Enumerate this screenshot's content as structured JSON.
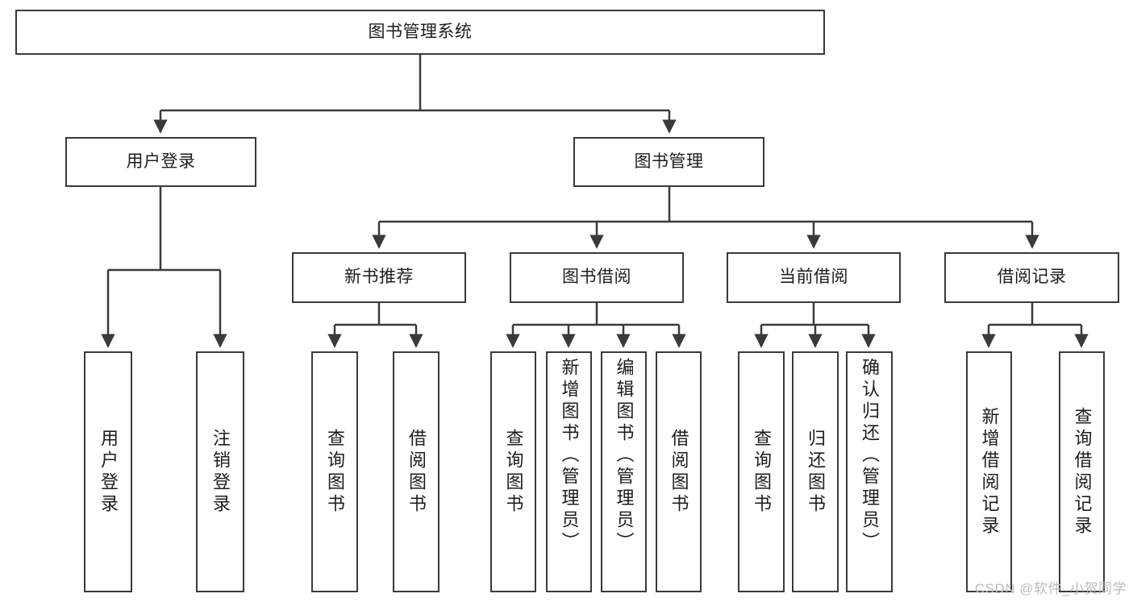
{
  "diagram": {
    "title": "图书管理系统",
    "type": "hierarchy-tree",
    "nodes": {
      "root": {
        "label": "图书管理系统"
      },
      "level2": [
        {
          "id": "user-login",
          "label": "用户登录"
        },
        {
          "id": "book-management",
          "label": "图书管理"
        }
      ],
      "level3": [
        {
          "id": "new-book-recommend",
          "label": "新书推荐"
        },
        {
          "id": "book-borrow",
          "label": "图书借阅"
        },
        {
          "id": "current-borrow",
          "label": "当前借阅"
        },
        {
          "id": "borrow-record",
          "label": "借阅记录"
        }
      ],
      "leaves": {
        "user_login": [
          {
            "id": "leaf-user-login",
            "label": "用户登录"
          },
          {
            "id": "leaf-logout-login",
            "label": "注销登录"
          }
        ],
        "new_book_recommend": [
          {
            "id": "leaf-query-book-1",
            "label": "查询图书"
          },
          {
            "id": "leaf-borrow-book-1",
            "label": "借阅图书"
          }
        ],
        "book_borrow": [
          {
            "id": "leaf-query-book-2",
            "label": "查询图书"
          },
          {
            "id": "leaf-add-book",
            "label": "新增图书（管理员）"
          },
          {
            "id": "leaf-edit-book",
            "label": "编辑图书（管理员）"
          },
          {
            "id": "leaf-borrow-book-2",
            "label": "借阅图书"
          }
        ],
        "current_borrow": [
          {
            "id": "leaf-query-book-3",
            "label": "查询图书"
          },
          {
            "id": "leaf-return-book",
            "label": "归还图书"
          },
          {
            "id": "leaf-confirm-return",
            "label": "确认归还（管理员）"
          }
        ],
        "borrow_record": [
          {
            "id": "leaf-add-record",
            "label": "新增借阅记录"
          },
          {
            "id": "leaf-query-record",
            "label": "查询借阅记录"
          }
        ]
      }
    },
    "colors": {
      "stroke": "#3a3a3a",
      "fill": "#ffffff",
      "text": "#1d1d1d",
      "watermark": "#bdbdbd"
    }
  },
  "watermark": {
    "text": "CSDN @软件_小贺同学"
  }
}
